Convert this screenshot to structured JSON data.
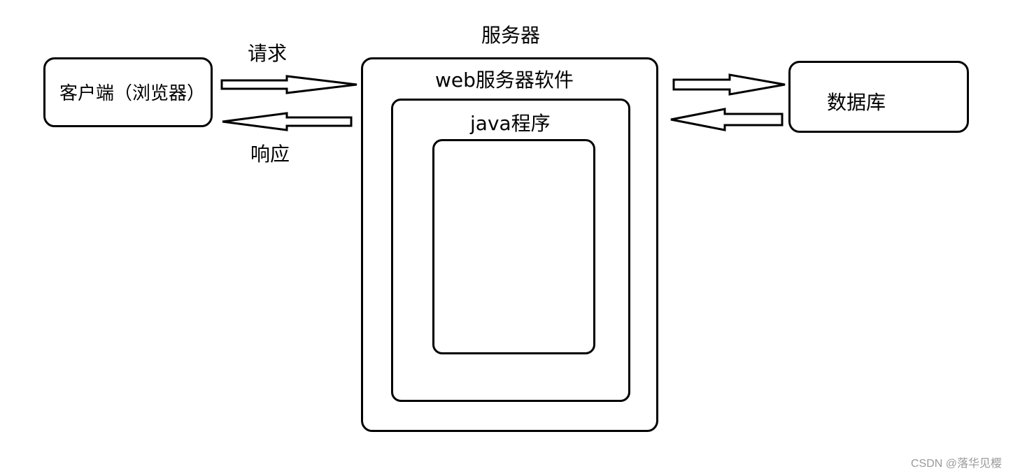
{
  "diagram": {
    "client": {
      "label": "客户端（浏览器）"
    },
    "server": {
      "label": "服务器"
    },
    "web_server_software": {
      "label": "web服务器软件"
    },
    "java_program": {
      "label": "java程序"
    },
    "database": {
      "label": "数据库"
    },
    "request": {
      "label": "请求"
    },
    "response": {
      "label": "响应"
    }
  },
  "watermark": "CSDN @落华见樱"
}
